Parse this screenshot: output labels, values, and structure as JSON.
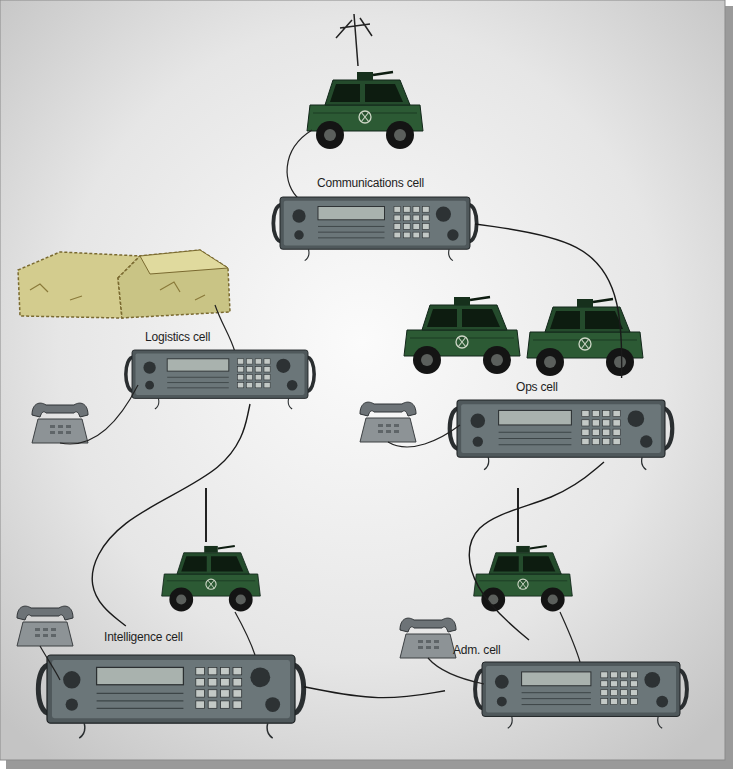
{
  "diagram": {
    "nodes": [
      {
        "text": [
          "Communications cell"
        ]
      },
      {
        "text": [
          "Logistics cell"
        ]
      },
      {
        "text": [
          "Ops cell"
        ]
      },
      {
        "text": [
          "Intelligence cell"
        ]
      },
      {
        "text": [
          "Adm. cell"
        ]
      }
    ],
    "edges": [
      {
        "from": 0,
        "to": 2,
        "arrow": "none"
      },
      {
        "from": 2,
        "to": 4,
        "arrow": "none"
      },
      {
        "from": 3,
        "to": 4,
        "arrow": "none"
      },
      {
        "from": 1,
        "to": 3,
        "arrow": "none"
      }
    ]
  }
}
